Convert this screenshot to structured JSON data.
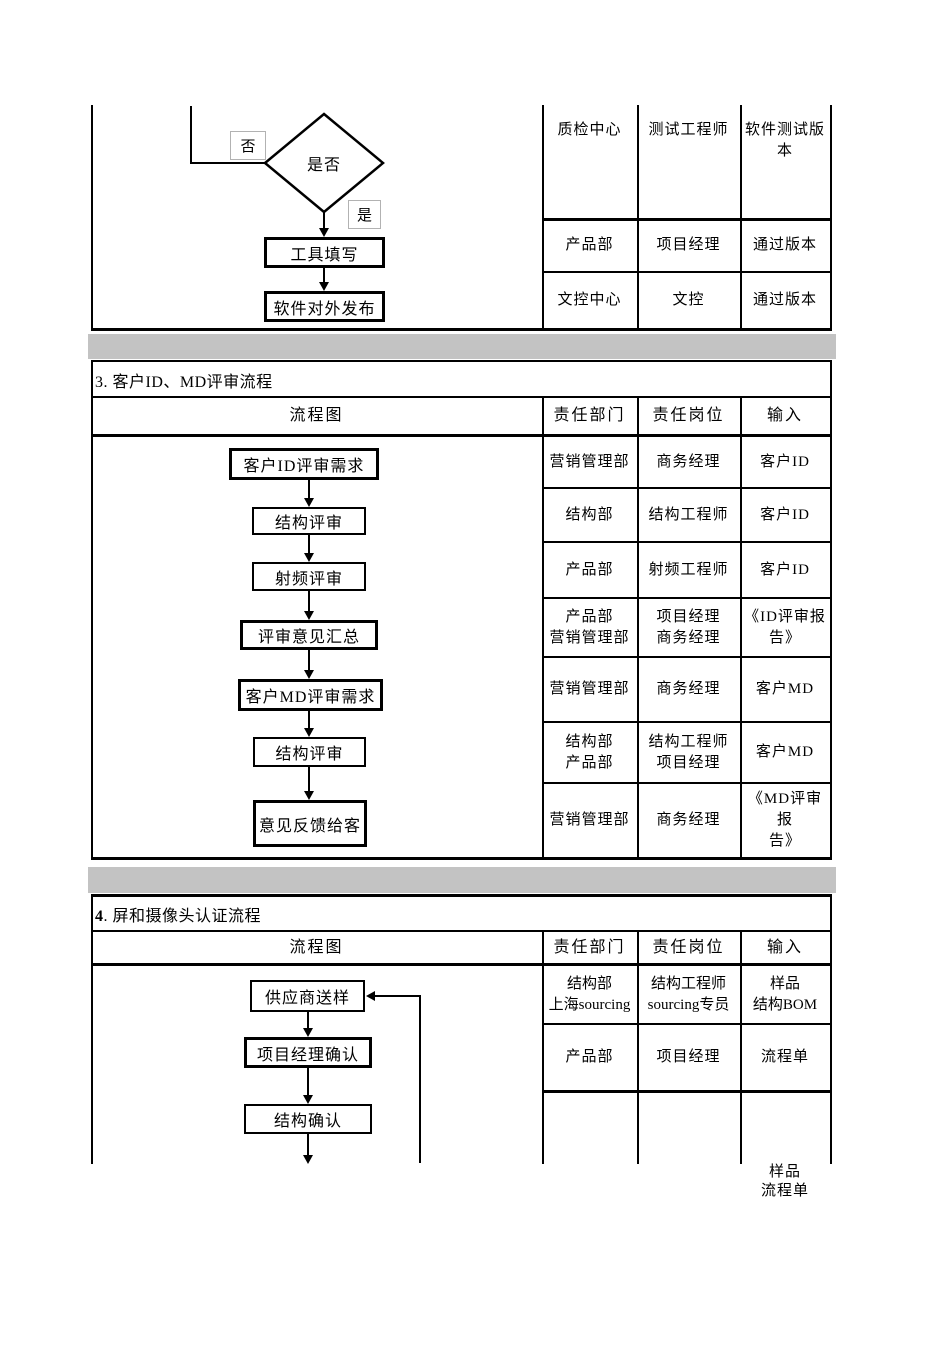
{
  "colors": {
    "separator_bar": "#c3c3c3",
    "line": "#000000"
  },
  "s2": {
    "flow": {
      "no_label": "否",
      "decision": "是否",
      "yes_label": "是",
      "box_tool_fill": "工具填写",
      "box_software_release": "软件对外发布"
    },
    "rows": [
      {
        "dept": "质检中心",
        "role": "测试工程师",
        "input": "软件测试版\n本"
      },
      {
        "dept": "产品部",
        "role": "项目经理",
        "input": "通过版本"
      },
      {
        "dept": "文控中心",
        "role": "文控",
        "input": "通过版本"
      }
    ]
  },
  "s3": {
    "title": "3. 客户ID、MD评审流程",
    "headers": {
      "flow": "流程图",
      "dept": "责任部门",
      "role": "责任岗位",
      "input": "输入"
    },
    "flow": {
      "box1": "客户ID评审需求",
      "box2": "结构评审",
      "box3": "射频评审",
      "box4": "评审意见汇总",
      "box5": "客户MD评审需求",
      "box6": "结构评审",
      "box7": "意见反馈给客"
    },
    "rows": [
      {
        "dept": "营销管理部",
        "role": "商务经理",
        "input": "客户ID"
      },
      {
        "dept": "结构部",
        "role": "结构工程师",
        "input": "客户ID"
      },
      {
        "dept": "产品部",
        "role": "射频工程师",
        "input": "客户ID"
      },
      {
        "dept": "产品部\n营销管理部",
        "role": "项目经理\n商务经理",
        "input": "《ID评审报\n告》"
      },
      {
        "dept": "营销管理部",
        "role": "商务经理",
        "input": "客户MD"
      },
      {
        "dept": "结构部\n产品部",
        "role": "结构工程师\n项目经理",
        "input": "客户MD"
      },
      {
        "dept": "营销管理部",
        "role": "商务经理",
        "input": "《MD评审报\n告》"
      }
    ]
  },
  "s4": {
    "title_num": "4",
    "title_rest": ". 屏和摄像头认证流程",
    "headers": {
      "flow": "流程图",
      "dept": "责任部门",
      "role": "责任岗位",
      "input": "输入"
    },
    "flow": {
      "box1": "供应商送样",
      "box2": "项目经理确认",
      "box3": "结构确认"
    },
    "rows": [
      {
        "dept": "结构部\n上海sourcing",
        "role": "结构工程师\nsourcing专员",
        "input": "样品\n结构BOM"
      },
      {
        "dept": "产品部",
        "role": "项目经理",
        "input": "流程单"
      },
      {
        "dept": "",
        "role": "",
        "input": ""
      }
    ],
    "overflow_input": "样品\n流程单"
  }
}
